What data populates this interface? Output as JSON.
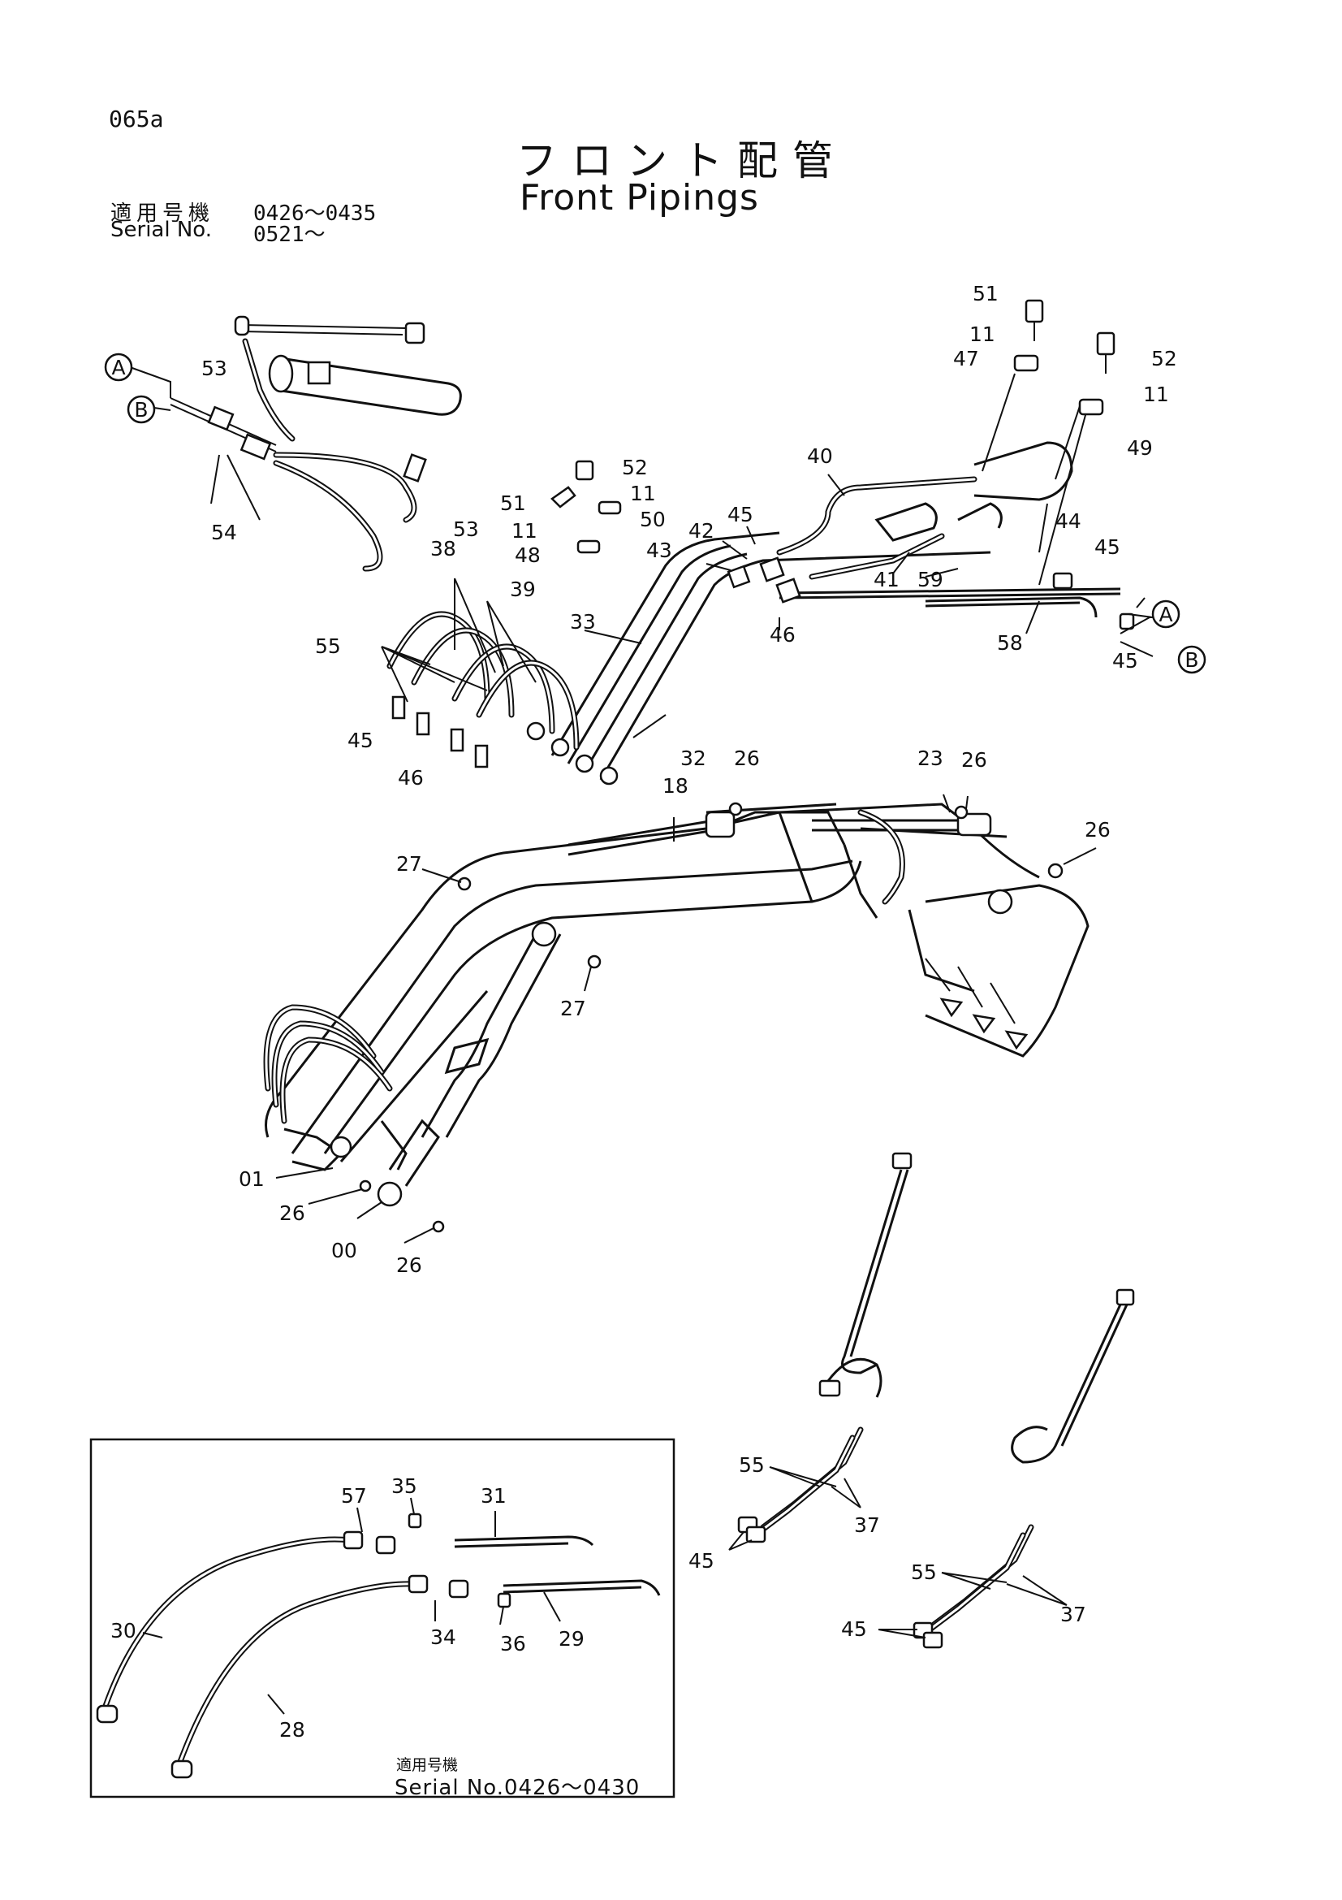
{
  "page_id": "065a",
  "title_jp": "フロント配管",
  "title_en": "Front Pipings",
  "serial": {
    "jp_label": "適用号機",
    "en_label": "Serial No.",
    "jp_range": "0426～0435",
    "en_range": "0521～"
  },
  "markers": {
    "a": "A",
    "b": "B"
  },
  "callouts": {
    "c01": "01",
    "c00": "00",
    "c11a": "11",
    "c11b": "11",
    "c11c": "11",
    "c11d": "11",
    "c18": "18",
    "c23": "23",
    "c26a": "26",
    "c26b": "26",
    "c26c": "26",
    "c26d": "26",
    "c26e": "26",
    "c27a": "27",
    "c27b": "27",
    "c28": "28",
    "c29": "29",
    "c30": "30",
    "c31": "31",
    "c32": "32",
    "c33": "33",
    "c34": "34",
    "c35": "35",
    "c36": "36",
    "c37a": "37",
    "c37b": "37",
    "c38": "38",
    "c39": "39",
    "c40": "40",
    "c41": "41",
    "c42": "42",
    "c43": "43",
    "c44": "44",
    "c45a": "45",
    "c45b": "45",
    "c45c": "45",
    "c45d": "45",
    "c45e": "45",
    "c45f": "45",
    "c46a": "46",
    "c46b": "46",
    "c47": "47",
    "c48": "48",
    "c49": "49",
    "c50": "50",
    "c51a": "51",
    "c51b": "51",
    "c52a": "52",
    "c52b": "52",
    "c53a": "53",
    "c53b": "53",
    "c54": "54",
    "c55a": "55",
    "c55b": "55",
    "c55c": "55",
    "c57": "57",
    "c58": "58",
    "c59": "59"
  },
  "inset_note": {
    "jp": "適用号機",
    "en": "Serial No.0426～0430"
  }
}
